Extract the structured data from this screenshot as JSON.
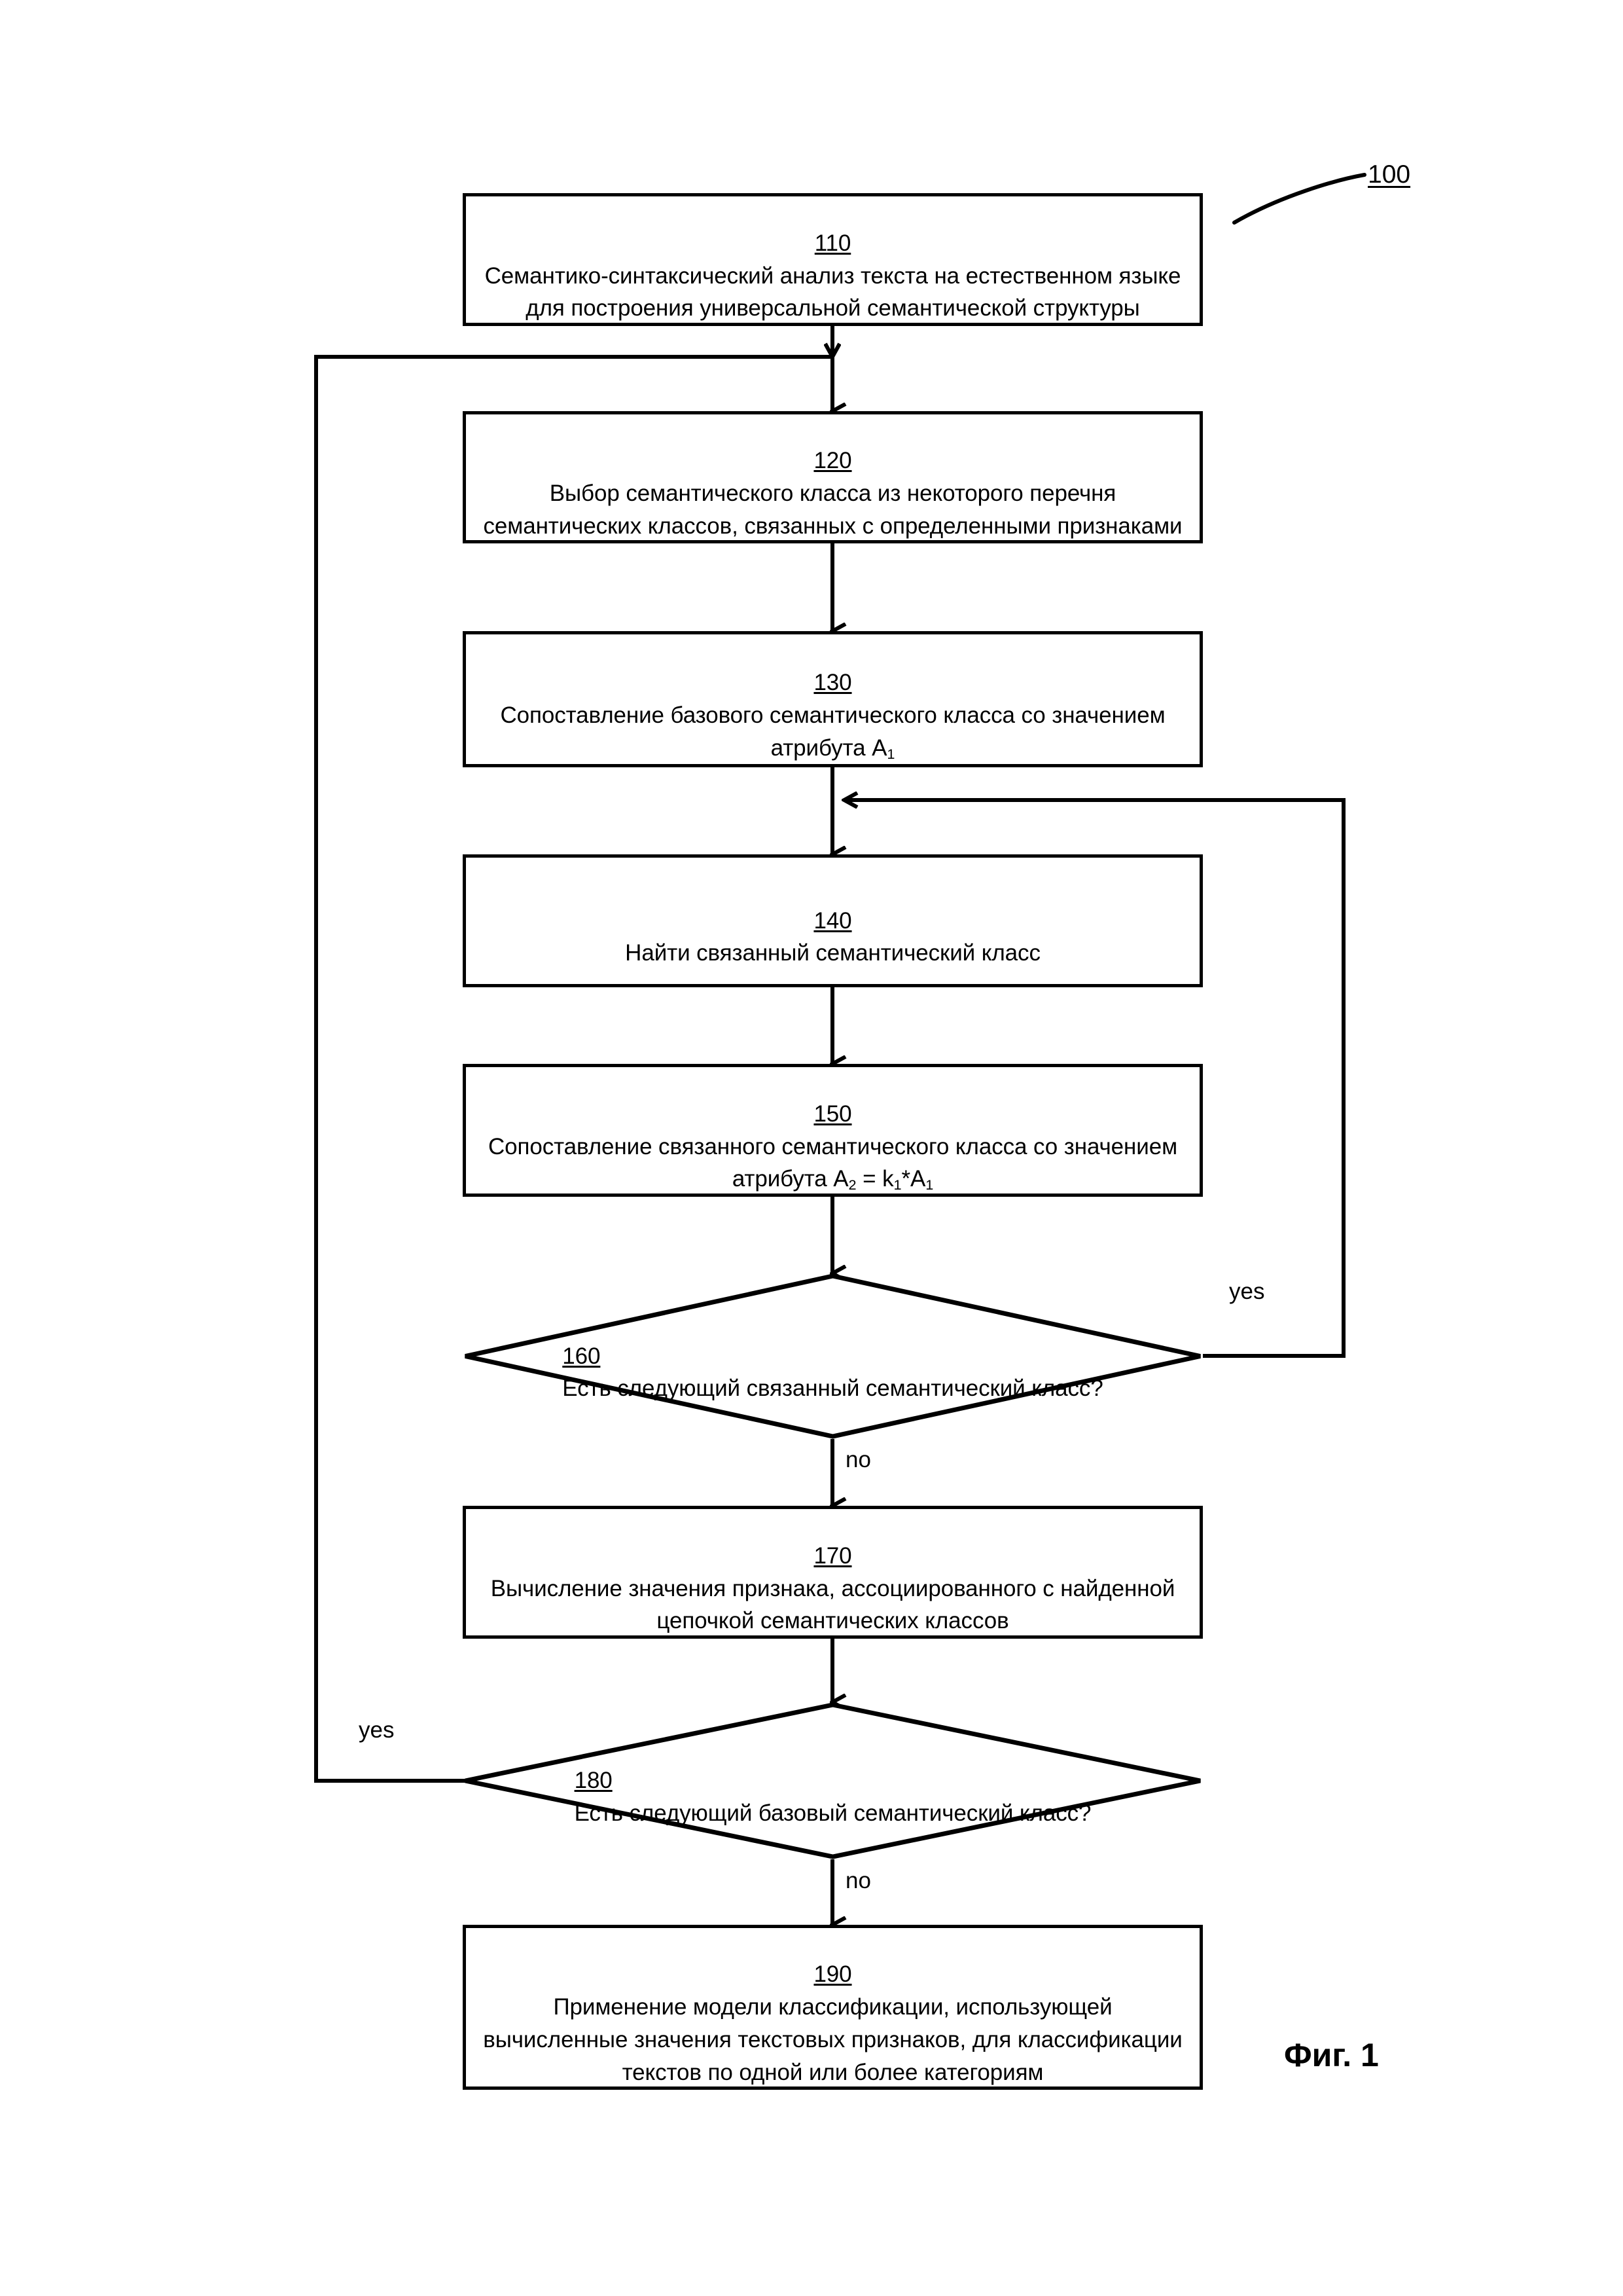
{
  "figure": {
    "reference_numeral": "100",
    "caption": "Фиг. 1"
  },
  "nodes": [
    {
      "id": "110",
      "ref": "110",
      "shape": "process",
      "text": "Семантико-синтаксический анализ текста на естественном языке для построения универсальной семантической структуры"
    },
    {
      "id": "120",
      "ref": "120",
      "shape": "process",
      "text": "Выбор семантического класса из некоторого перечня семантических классов, связанных с определенными признаками"
    },
    {
      "id": "130",
      "ref": "130",
      "shape": "process",
      "text": "Сопоставление базового семантического класса со значением атрибута A₁"
    },
    {
      "id": "140",
      "ref": "140",
      "shape": "process",
      "text": "Найти связанный семантический класс"
    },
    {
      "id": "150",
      "ref": "150",
      "shape": "process",
      "text": "Сопоставление связанного семантического класса со значением атрибута A₂ = k₁*A₁"
    },
    {
      "id": "160",
      "ref": "160",
      "shape": "decision",
      "text": "Есть следующий связанный семантический класс?"
    },
    {
      "id": "170",
      "ref": "170",
      "shape": "process",
      "text": "Вычисление значения признака, ассоциированного с найденной цепочкой семантических классов"
    },
    {
      "id": "180",
      "ref": "180",
      "shape": "decision",
      "text": "Есть следующий базовый семантический класс?"
    },
    {
      "id": "190",
      "ref": "190",
      "shape": "process",
      "text": "Применение модели классификации, использующей вычисленные значения текстовых признаков, для классификации текстов по одной или более категориям"
    }
  ],
  "edge_labels": {
    "yes_160": "yes",
    "no_160": "no",
    "yes_180": "yes",
    "no_180": "no"
  },
  "colors": {
    "stroke": "#000000",
    "background": "#ffffff"
  }
}
